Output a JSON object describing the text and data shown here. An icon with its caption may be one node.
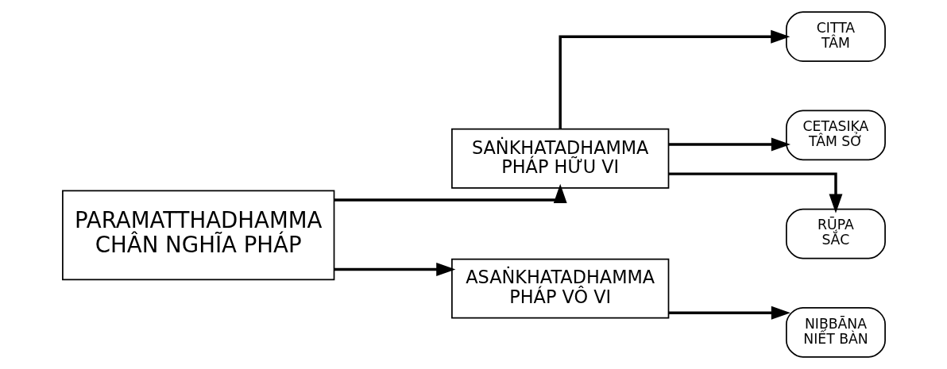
{
  "diagram": {
    "nodes": [
      {
        "text": [
          "PARAMATTHADHAMMA",
          "CHÂN NGHĨA PHÁP"
        ]
      },
      {
        "text": [
          "SAṄKHATADHAMMA",
          "PHÁP HỮU VI"
        ]
      },
      {
        "text": [
          "ASAṄKHATADHAMMA",
          "PHÁP VÔ VI"
        ]
      },
      {
        "text": [
          "CITTA",
          "TÂM"
        ]
      },
      {
        "text": [
          "CETASIKA",
          "TÂM SỞ"
        ]
      },
      {
        "text": [
          "RŪPA",
          "SẮC"
        ]
      },
      {
        "text": [
          "NIBBĀNA",
          "NIẾT BÀN"
        ]
      }
    ],
    "edges": [
      {
        "from": 0,
        "to": 1,
        "arrow": "to"
      },
      {
        "from": 0,
        "to": 2,
        "arrow": "to"
      },
      {
        "from": 1,
        "to": 3,
        "arrow": "to"
      },
      {
        "from": 1,
        "to": 4,
        "arrow": "to"
      },
      {
        "from": 1,
        "to": 5,
        "arrow": "to"
      },
      {
        "from": 2,
        "to": 6,
        "arrow": "to"
      }
    ]
  }
}
